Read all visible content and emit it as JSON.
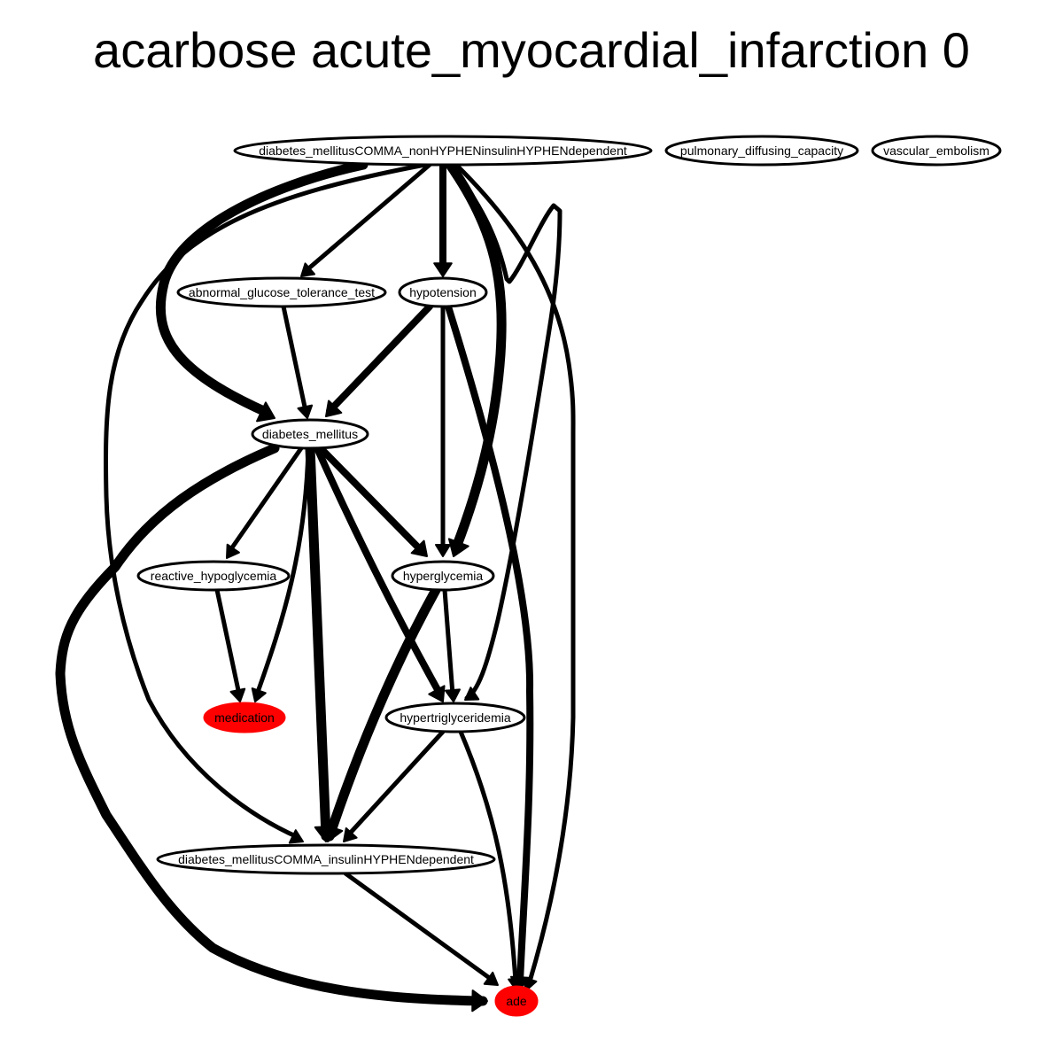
{
  "title": "acarbose acute_myocardial_infarction 0",
  "colors": {
    "edge": "#000000",
    "node_fill": "#ffffff",
    "node_stroke": "#000000",
    "highlight": "#ff0000"
  },
  "nodes": [
    {
      "id": "dm_noninsulin",
      "label": "diabetes_mellitusCOMMA_nonHYPHENinsulinHYPHENdependent",
      "highlight": false
    },
    {
      "id": "pdc",
      "label": "pulmonary_diffusing_capacity",
      "highlight": false
    },
    {
      "id": "ve",
      "label": "vascular_embolism",
      "highlight": false
    },
    {
      "id": "agtt",
      "label": "abnormal_glucose_tolerance_test",
      "highlight": false
    },
    {
      "id": "hypot",
      "label": "hypotension",
      "highlight": false
    },
    {
      "id": "dm",
      "label": "diabetes_mellitus",
      "highlight": false
    },
    {
      "id": "rh",
      "label": "reactive_hypoglycemia",
      "highlight": false
    },
    {
      "id": "hyperg",
      "label": "hyperglycemia",
      "highlight": false
    },
    {
      "id": "med",
      "label": "medication",
      "highlight": true
    },
    {
      "id": "htg",
      "label": "hypertriglyceridemia",
      "highlight": false
    },
    {
      "id": "dm_insulin",
      "label": "diabetes_mellitusCOMMA_insulinHYPHENdependent",
      "highlight": false
    },
    {
      "id": "ade",
      "label": "ade",
      "highlight": true
    }
  ],
  "edges": [
    {
      "from": "dm_noninsulin",
      "to": "agtt",
      "weight": 1
    },
    {
      "from": "dm_noninsulin",
      "to": "hypot",
      "weight": 2
    },
    {
      "from": "dm_noninsulin",
      "to": "dm",
      "weight": 3
    },
    {
      "from": "dm_noninsulin",
      "to": "hyperg",
      "weight": 3
    },
    {
      "from": "dm_noninsulin",
      "to": "htg",
      "weight": 1
    },
    {
      "from": "dm_noninsulin",
      "to": "ade",
      "weight": 1
    },
    {
      "from": "dm_noninsulin",
      "to": "dm_insulin",
      "weight": 1
    },
    {
      "from": "agtt",
      "to": "dm",
      "weight": 1
    },
    {
      "from": "hypot",
      "to": "dm",
      "weight": 2
    },
    {
      "from": "hypot",
      "to": "hyperg",
      "weight": 1
    },
    {
      "from": "hypot",
      "to": "ade",
      "weight": 2
    },
    {
      "from": "dm",
      "to": "rh",
      "weight": 1
    },
    {
      "from": "dm",
      "to": "med",
      "weight": 1
    },
    {
      "from": "dm",
      "to": "hyperg",
      "weight": 2
    },
    {
      "from": "dm",
      "to": "htg",
      "weight": 2
    },
    {
      "from": "dm",
      "to": "dm_insulin",
      "weight": 3
    },
    {
      "from": "dm",
      "to": "ade",
      "weight": 3
    },
    {
      "from": "rh",
      "to": "med",
      "weight": 1
    },
    {
      "from": "hyperg",
      "to": "htg",
      "weight": 1
    },
    {
      "from": "hyperg",
      "to": "dm_insulin",
      "weight": 3
    },
    {
      "from": "htg",
      "to": "dm_insulin",
      "weight": 1
    },
    {
      "from": "htg",
      "to": "ade",
      "weight": 1
    },
    {
      "from": "dm_insulin",
      "to": "ade",
      "weight": 1
    }
  ]
}
